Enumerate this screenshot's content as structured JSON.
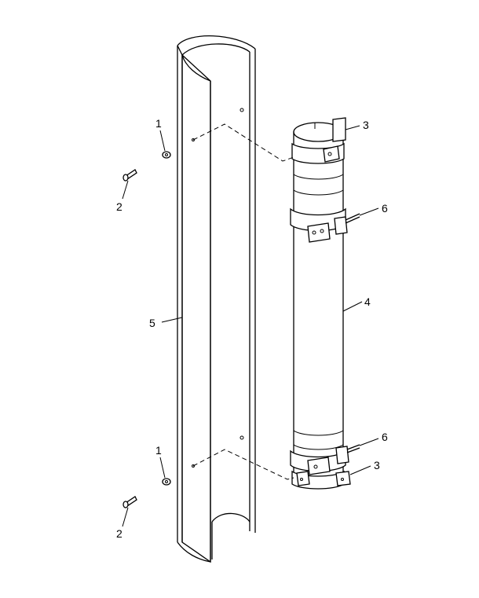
{
  "diagram": {
    "callouts": {
      "c1_top": "1",
      "c2_top": "2",
      "c3_top": "3",
      "c6_top": "6",
      "c4": "4",
      "c5": "5",
      "c1_bot": "1",
      "c2_bot": "2",
      "c6_bot": "6",
      "c3_bot": "3"
    }
  }
}
